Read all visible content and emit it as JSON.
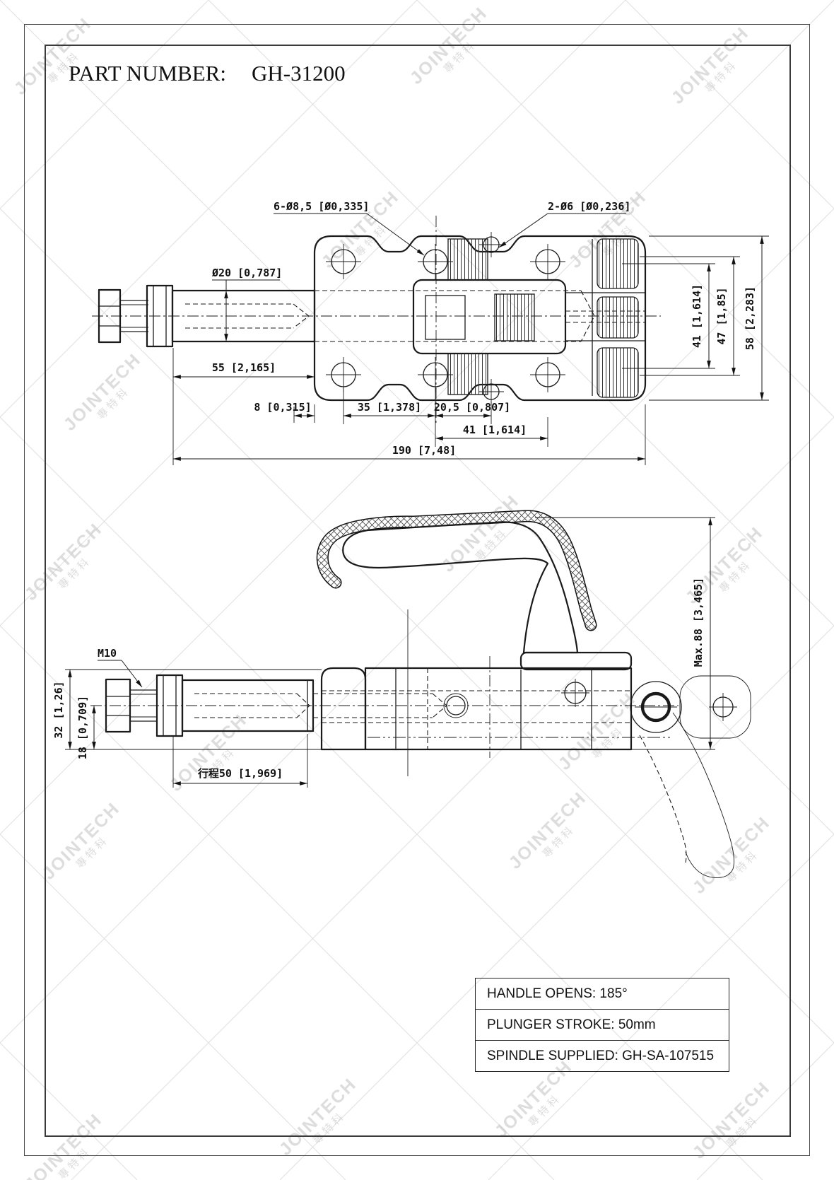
{
  "title": {
    "label": "PART NUMBER:",
    "value": "GH-31200"
  },
  "watermark": {
    "text": "JOINTECH",
    "sub": "專特科"
  },
  "top_view": {
    "callout_holes_large": "6-Ø8,5 [Ø0,335]",
    "callout_holes_small": "2-Ø6 [Ø0,236]",
    "callout_plunger_dia": "Ø20 [0,787]",
    "dim_width_inner": "41 [1,614]",
    "dim_width_mid": "47 [1,85]",
    "dim_width_outer": "58 [2,283]",
    "dim_plunger_ext": "55 [2,165]",
    "dim_edge_offset": "8 [0,315]",
    "dim_hole_spacing_1": "35 [1,378]",
    "dim_hole_spacing_2": "20,5 [0,807]",
    "dim_hole_spacing_3": "41 [1,614]",
    "dim_total_length": "190 [7,48]"
  },
  "side_view": {
    "callout_thread": "M10",
    "dim_height_overall": "32 [1,26]",
    "dim_height_center": "18 [0,709]",
    "dim_stroke": "行程50 [1,969]",
    "dim_max_height": "Max.88 [3,465]"
  },
  "spec_table": {
    "rows": [
      {
        "label": "HANDLE OPENS: 185°"
      },
      {
        "label": "PLUNGER STROKE: 50mm"
      },
      {
        "label": "SPINDLE SUPPLIED: GH-SA-107515"
      }
    ]
  }
}
